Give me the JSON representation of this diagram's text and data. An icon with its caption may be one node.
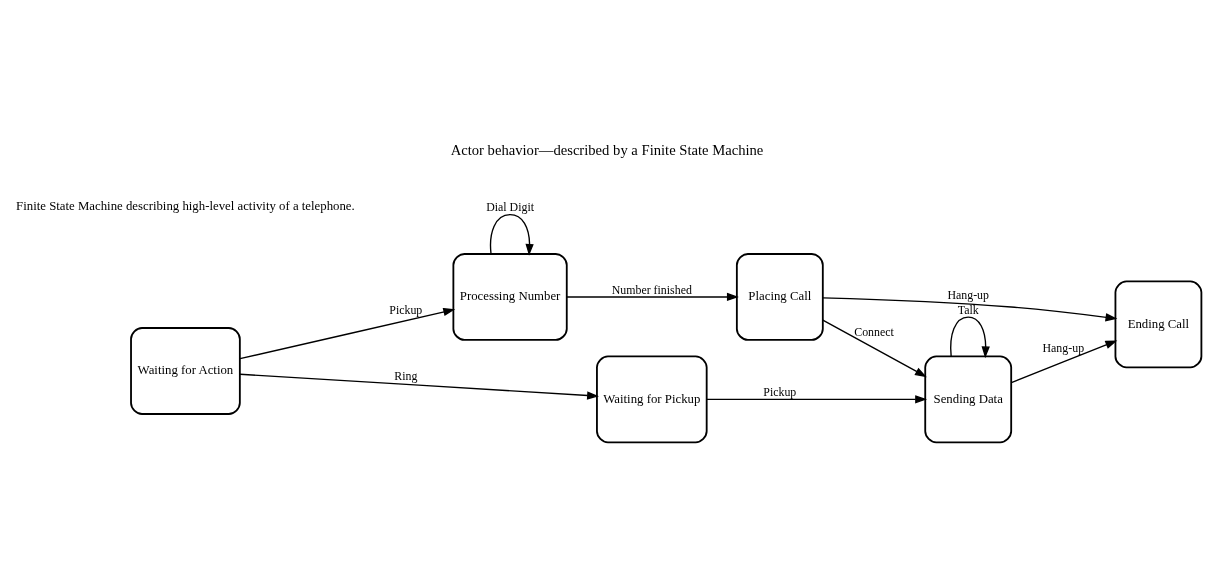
{
  "diagram": {
    "title": "Actor behavior—described by a Finite State Machine",
    "nodes": [
      {
        "text": [
          "Waiting for Action"
        ]
      },
      {
        "text": [
          "Processing Number"
        ]
      },
      {
        "text": [
          "Placing Call"
        ]
      },
      {
        "text": [
          "Ending Call"
        ]
      },
      {
        "text": [
          "Waiting for Pickup"
        ]
      },
      {
        "text": [
          "Sending Data"
        ]
      }
    ],
    "edges": [
      {
        "from": 0,
        "to": 1,
        "arrow": "to",
        "label": "Pickup"
      },
      {
        "from": 1,
        "to": 2,
        "arrow": "to",
        "label": "Number finished"
      },
      {
        "from": 2,
        "to": 3,
        "arrow": "to",
        "label": "Hang-up"
      },
      {
        "from": 1,
        "to": 1,
        "arrow": "to",
        "label": "Dial Digit"
      },
      {
        "from": 2,
        "to": 5,
        "arrow": "to",
        "label": "Connect"
      },
      {
        "from": 5,
        "to": 3,
        "arrow": "to",
        "label": "Hang-up"
      },
      {
        "from": 0,
        "to": 4,
        "arrow": "to",
        "label": "Ring"
      },
      {
        "from": 4,
        "to": 5,
        "arrow": "to",
        "label": "Pickup"
      },
      {
        "from": 5,
        "to": 5,
        "arrow": "to",
        "label": "Talk"
      }
    ],
    "labels": [
      "Finite State Machine describing high-level activity of a telephone."
    ]
  }
}
